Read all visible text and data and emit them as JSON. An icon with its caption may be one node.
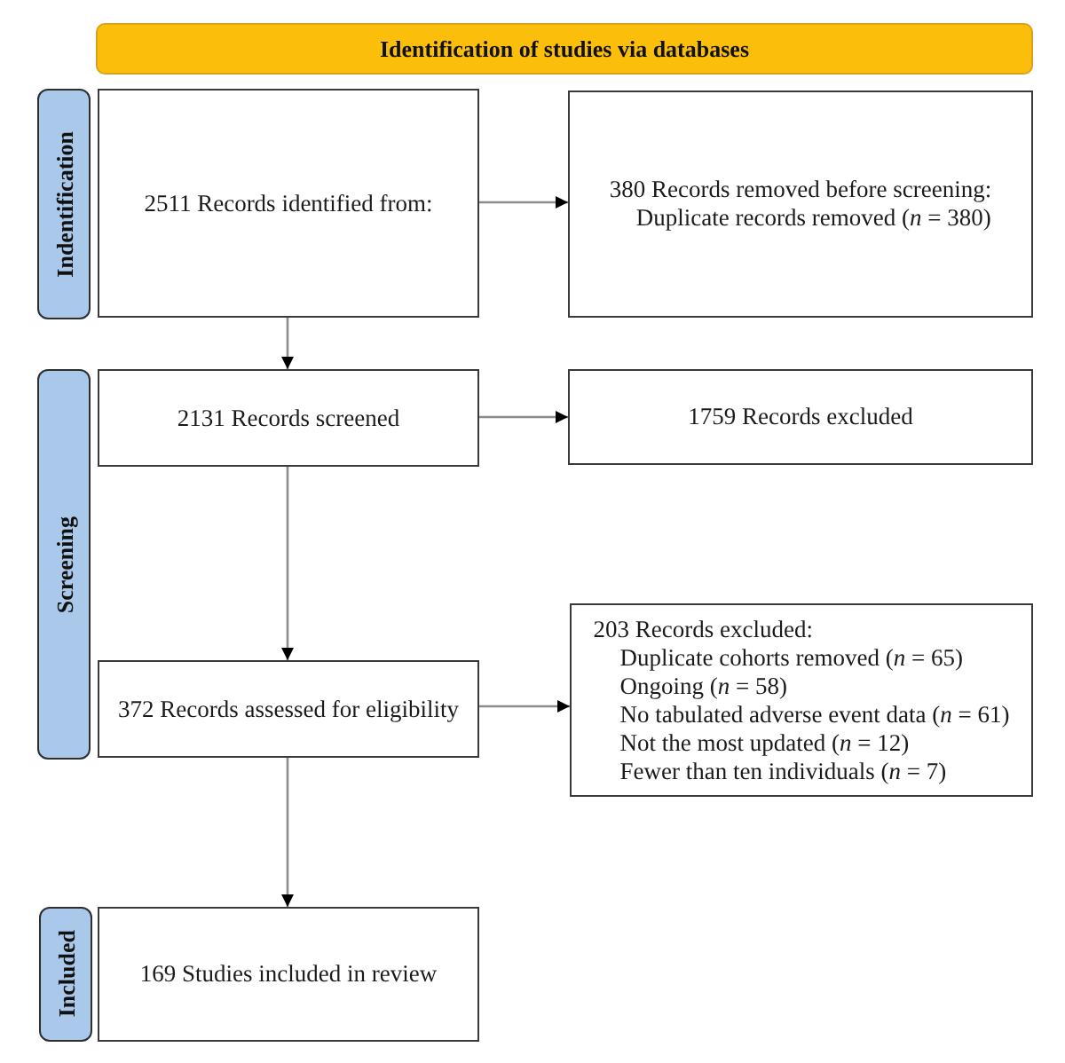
{
  "diagram": {
    "nodes": [
      {
        "text": [
          "Identification of studies via databases"
        ]
      },
      {
        "text": [
          "Indentification"
        ]
      },
      {
        "text": [
          "2511 Records identified from:"
        ]
      },
      {
        "text": [
          "380 Records removed before screening:",
          "Duplicate records removed (*n* = 380)"
        ]
      },
      {
        "text": [
          "Screening"
        ]
      },
      {
        "text": [
          "2131 Records screened"
        ]
      },
      {
        "text": [
          "1759 Records excluded"
        ]
      },
      {
        "text": [
          "372 Records assessed for eligibility"
        ]
      },
      {
        "text": [
          "203 Records excluded:",
          "Duplicate cohorts removed (*n* = 65)",
          "Ongoing (*n* = 58)",
          "No tabulated adverse event data (*n* = 61)",
          "Not the most updated (*n* = 12)",
          "Fewer than ten individuals (*n* = 7)"
        ]
      },
      {
        "text": [
          "Included"
        ]
      },
      {
        "text": [
          "169 Studies included in review"
        ]
      }
    ],
    "edges": [
      {
        "from": 2,
        "to": 3,
        "arrow": "to"
      },
      {
        "from": 2,
        "to": 5,
        "arrow": "to"
      },
      {
        "from": 5,
        "to": 6,
        "arrow": "to"
      },
      {
        "from": 5,
        "to": 7,
        "arrow": "to"
      },
      {
        "from": 7,
        "to": 8,
        "arrow": "to"
      },
      {
        "from": 7,
        "to": 10,
        "arrow": "to"
      }
    ]
  }
}
